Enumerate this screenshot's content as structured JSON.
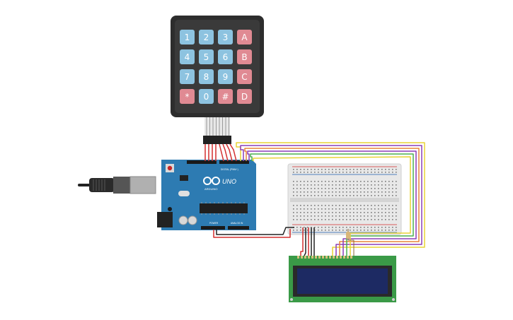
{
  "keypad": {
    "keys": [
      {
        "label": "1",
        "type": "num"
      },
      {
        "label": "2",
        "type": "num"
      },
      {
        "label": "3",
        "type": "num"
      },
      {
        "label": "A",
        "type": "letter"
      },
      {
        "label": "4",
        "type": "num"
      },
      {
        "label": "5",
        "type": "num"
      },
      {
        "label": "6",
        "type": "num"
      },
      {
        "label": "B",
        "type": "letter"
      },
      {
        "label": "7",
        "type": "num"
      },
      {
        "label": "8",
        "type": "num"
      },
      {
        "label": "9",
        "type": "num"
      },
      {
        "label": "C",
        "type": "letter"
      },
      {
        "label": "*",
        "type": "symbol"
      },
      {
        "label": "0",
        "type": "num"
      },
      {
        "label": "#",
        "type": "symbol"
      },
      {
        "label": "D",
        "type": "letter"
      }
    ]
  },
  "arduino": {
    "model": "UNO",
    "brand": "ARDUINO",
    "digital_label": "DIGITAL (PWM~)",
    "power_label": "POWER",
    "analog_label": "ANALOG IN"
  },
  "colors": {
    "key_num": "#8dc3e0",
    "key_letter": "#e08a93",
    "keypad_body": "#2d2d2d",
    "board": "#2d7bb2",
    "breadboard": "#e8e8e8",
    "lcd_board": "#3a9a47",
    "lcd_screen": "#1d2a63",
    "wire_red": "#d32f2f",
    "wire_black": "#222222",
    "wire_yellow": "#e8d337",
    "wire_purple": "#8b3fb8",
    "wire_green": "#4caf50",
    "wire_orange": "#e8833a"
  }
}
